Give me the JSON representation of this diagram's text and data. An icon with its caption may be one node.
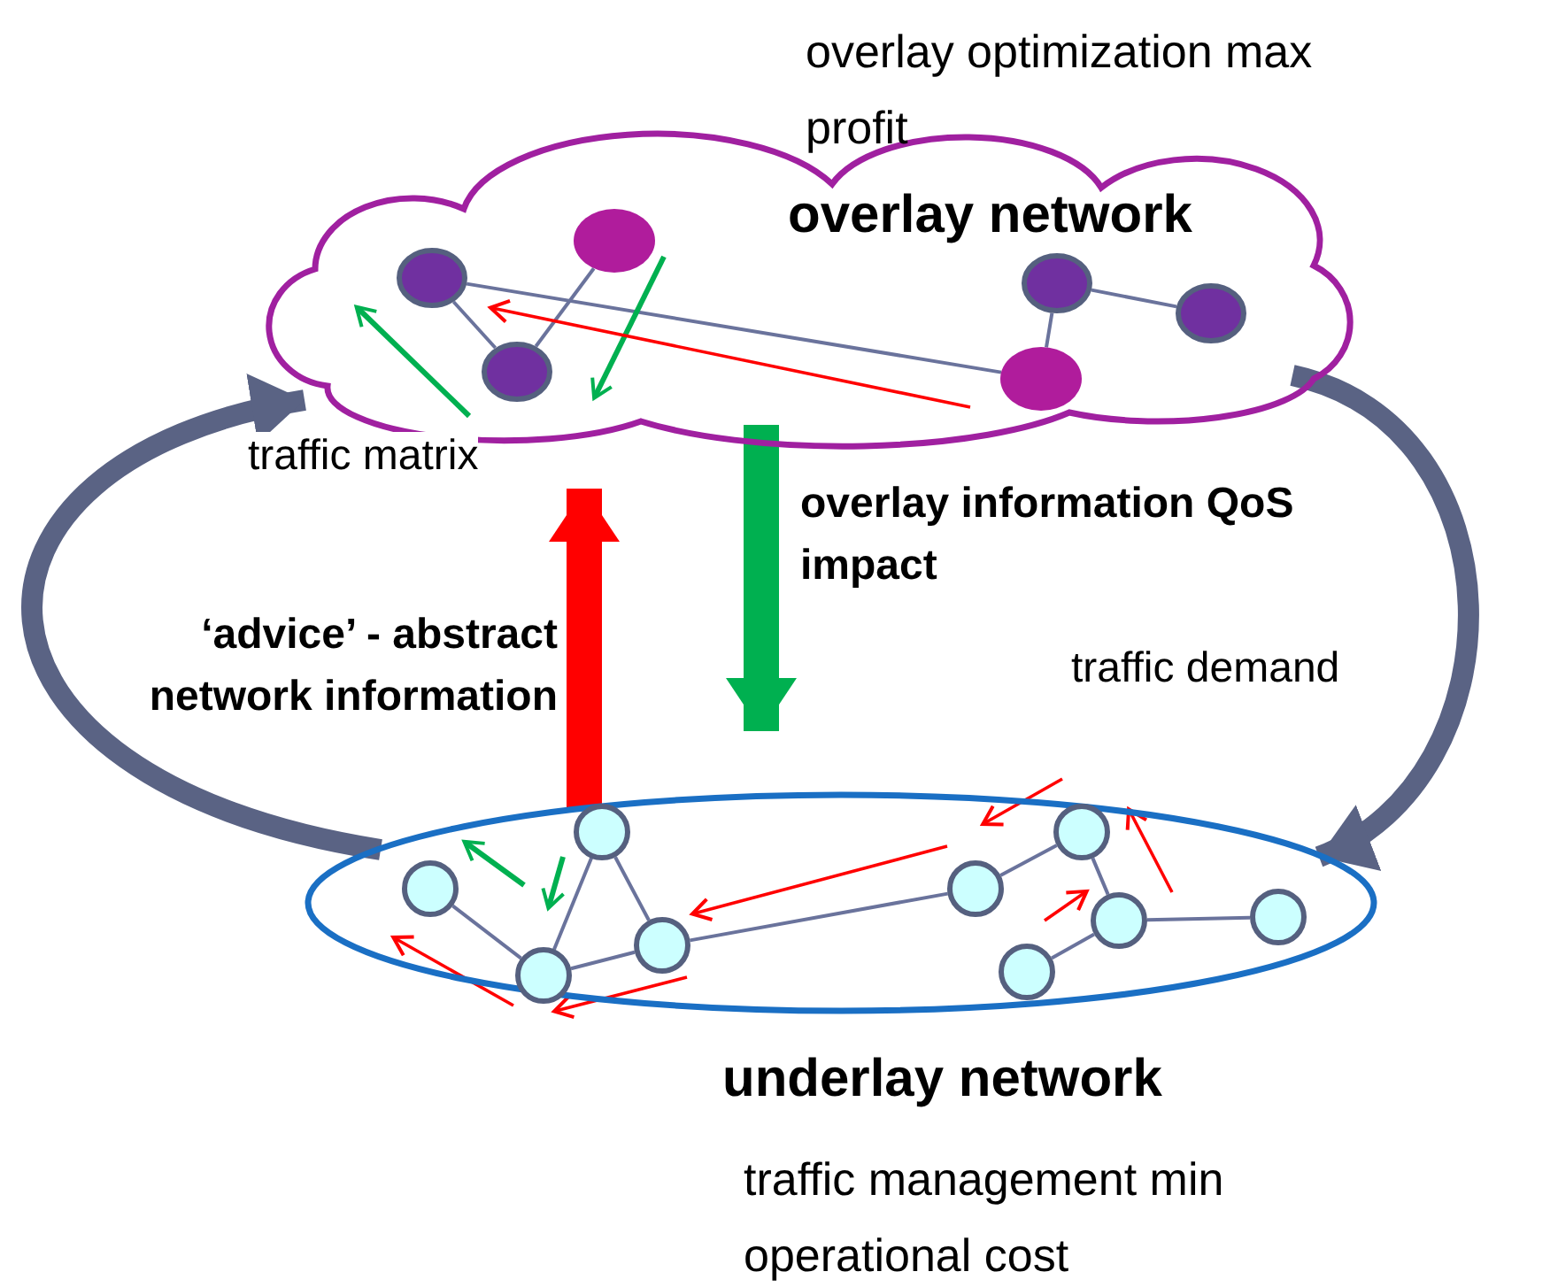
{
  "diagram": {
    "nodes": [
      {
        "text": [
          "overlay network"
        ],
        "beside": [
          "overlay optimization max profit"
        ]
      },
      {
        "text": [],
        "shape": "circle",
        "in": 0
      },
      {
        "text": [],
        "shape": "circle",
        "in": 0
      },
      {
        "text": [],
        "shape": "circle",
        "in": 0
      },
      {
        "text": [],
        "shape": "circle",
        "in": 0
      },
      {
        "text": [],
        "shape": "circle",
        "in": 0
      },
      {
        "text": [],
        "shape": "circle",
        "in": 0
      },
      {
        "text": [
          "underlay network"
        ],
        "beside": [
          "traffic management min operational cost"
        ]
      },
      {
        "text": [],
        "shape": "circle",
        "in": 7
      },
      {
        "text": [],
        "shape": "circle",
        "in": 7
      },
      {
        "text": [],
        "shape": "circle",
        "in": 7
      },
      {
        "text": [],
        "shape": "circle",
        "in": 7
      },
      {
        "text": [],
        "shape": "circle",
        "in": 7
      },
      {
        "text": [],
        "shape": "circle",
        "in": 7
      },
      {
        "text": [],
        "shape": "circle",
        "in": 7
      },
      {
        "text": [],
        "shape": "circle",
        "in": 7
      },
      {
        "text": [],
        "shape": "circle",
        "in": 7
      }
    ],
    "edges": [
      {
        "from": 1,
        "to": 3,
        "arrow": "none"
      },
      {
        "from": 2,
        "to": 3,
        "arrow": "none"
      },
      {
        "from": 1,
        "to": 6,
        "arrow": "none"
      },
      {
        "from": 4,
        "to": 6,
        "arrow": "none"
      },
      {
        "from": 4,
        "to": 5,
        "arrow": "none"
      },
      {
        "from": 8,
        "to": 10,
        "arrow": "none"
      },
      {
        "from": 9,
        "to": 10,
        "arrow": "none"
      },
      {
        "from": 9,
        "to": 11,
        "arrow": "none"
      },
      {
        "from": 10,
        "to": 11,
        "arrow": "none"
      },
      {
        "from": 11,
        "to": 12,
        "arrow": "none"
      },
      {
        "from": 12,
        "to": 13,
        "arrow": "none"
      },
      {
        "from": 13,
        "to": 14,
        "arrow": "none"
      },
      {
        "from": 14,
        "to": 15,
        "arrow": "none"
      },
      {
        "from": 14,
        "to": 16,
        "arrow": "none"
      },
      {
        "from": 7,
        "to": 0,
        "arrow": "to",
        "label": "‘advice’ - abstract network information",
        "style": "thick",
        "color": "#ff0000"
      },
      {
        "from": 0,
        "to": 7,
        "arrow": "to",
        "label": "overlay information QoS impact",
        "style": "thick",
        "color": "#00b050"
      },
      {
        "from": 7,
        "to": 0,
        "arrow": "to",
        "label": "traffic matrix",
        "style": "thick",
        "color": "#5a6384"
      },
      {
        "from": 0,
        "to": 7,
        "arrow": "to",
        "label": "traffic demand",
        "style": "thick",
        "color": "#5a6384"
      }
    ]
  }
}
